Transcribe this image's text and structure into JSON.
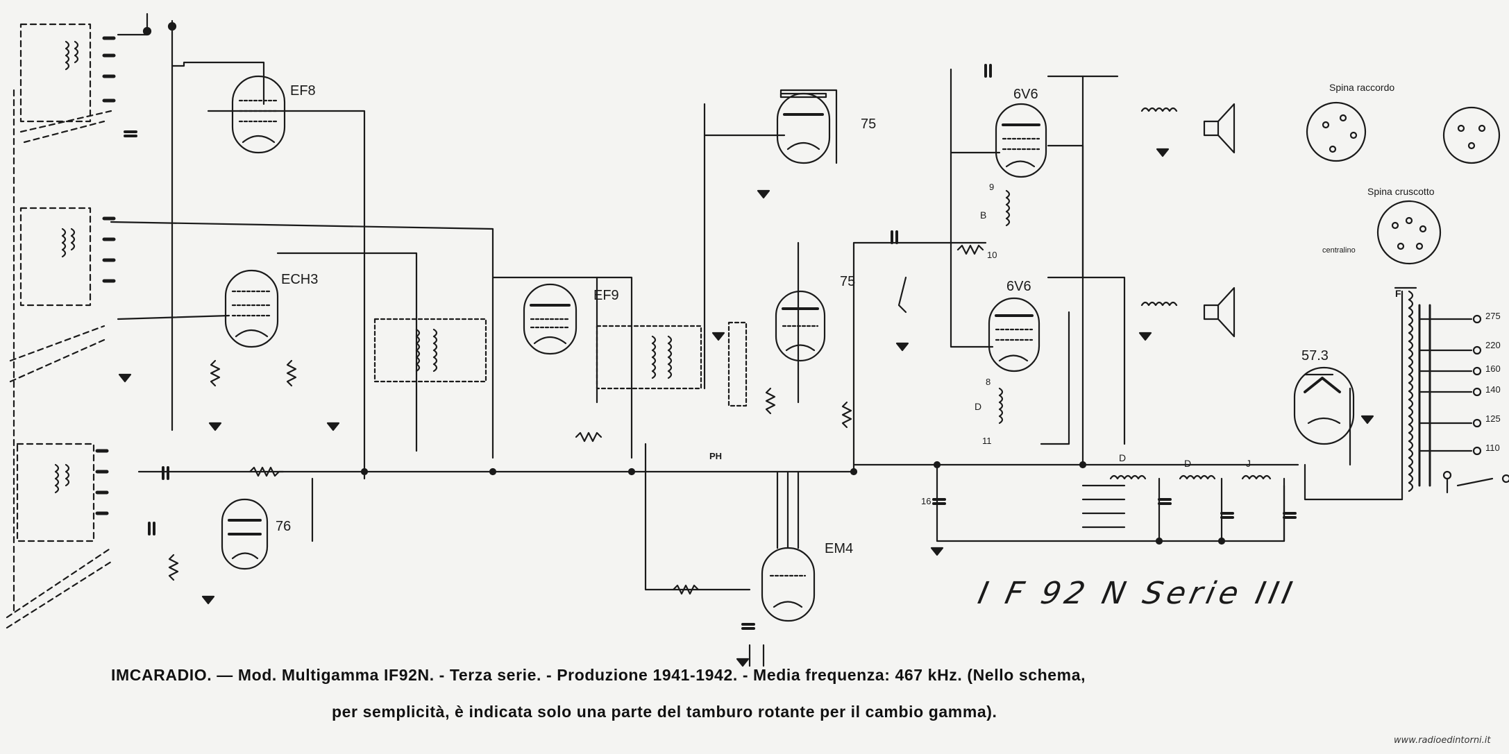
{
  "tubes": {
    "ef8": "EF8",
    "ech3": "ECH3",
    "t75_top": "75",
    "ef9": "EF9",
    "t75_mid": "75",
    "t6v6_top": "6V6",
    "t6v6_bottom": "6V6",
    "t76": "76",
    "em4": "EM4",
    "t573": "57.3"
  },
  "connectors": {
    "spina_raccordo": "Spina raccordo",
    "spina_cruscotto": "Spina cruscotto",
    "centralino": "centralino"
  },
  "transformer": {
    "label": "F",
    "taps": [
      "275",
      "220",
      "160",
      "140",
      "125",
      "110"
    ]
  },
  "components": {
    "d1": "D",
    "d2": "D",
    "j": "J",
    "b": "B",
    "d_low": "D",
    "ph": "PH",
    "c16": "16",
    "n9": "9",
    "n10": "10",
    "n8": "8",
    "n11": "11"
  },
  "model_handwritten": "I F  92 N Serie III",
  "caption": {
    "line1": "IMCARADIO. — Mod. Multigamma IF92N. - Terza serie. - Produzione 1941-1942. - Media frequenza: 467 kHz. (Nello schema,",
    "line2": "per semplicità, è indicata solo una parte del tamburo rotante per il cambio gamma)."
  },
  "watermark": "www.radioedintorni.it"
}
